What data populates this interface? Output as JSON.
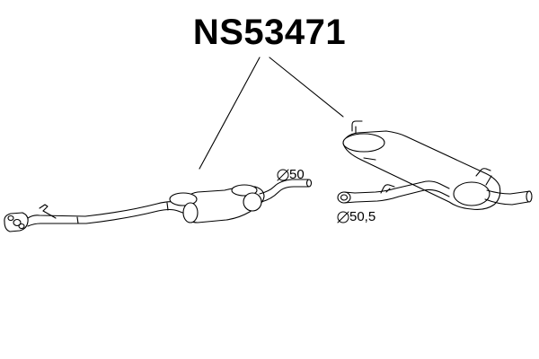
{
  "title": "NS53471",
  "dimensions": {
    "front_diameter": "50",
    "rear_diameter": "50,5"
  },
  "colors": {
    "line": "#000000",
    "background": "#ffffff"
  },
  "icons": {
    "diameter_symbol": "diameter-icon"
  }
}
